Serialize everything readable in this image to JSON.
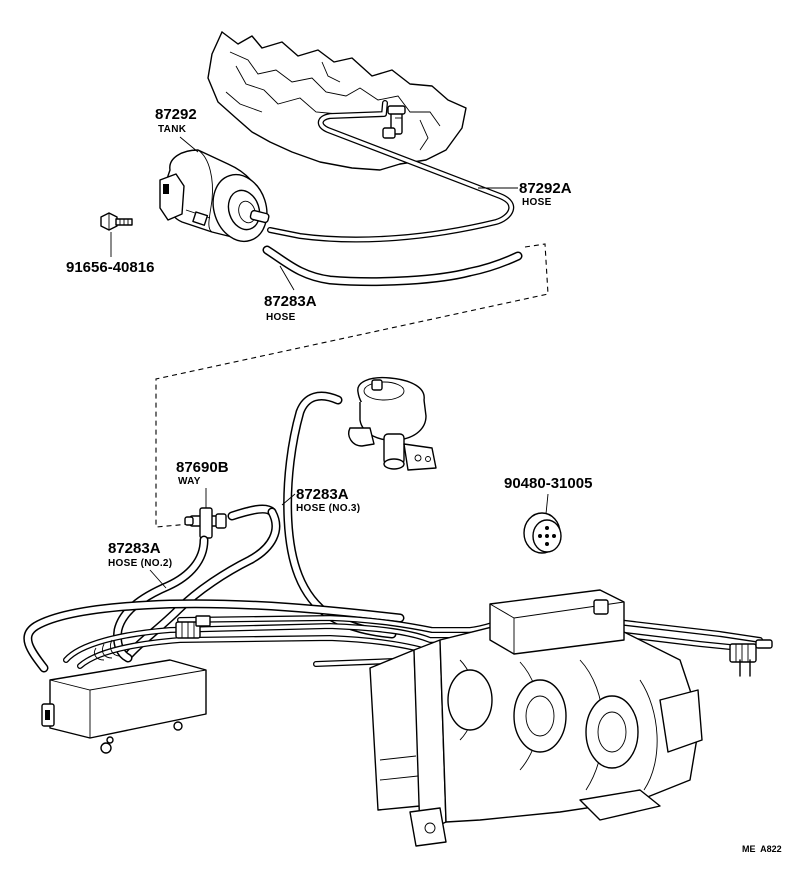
{
  "parts": [
    {
      "number": "87292",
      "name": "TANK"
    },
    {
      "number": "87292A",
      "name": "HOSE"
    },
    {
      "number": "91656-40816",
      "name": ""
    },
    {
      "number": "87283A",
      "name": "HOSE"
    },
    {
      "number": "87690B",
      "name": "WAY"
    },
    {
      "number": "87283A",
      "name": "HOSE (NO.3)"
    },
    {
      "number": "87283A",
      "name": "HOSE (NO.2)"
    },
    {
      "number": "90480-31005",
      "name": ""
    }
  ],
  "drawing_code": "ME  A822"
}
